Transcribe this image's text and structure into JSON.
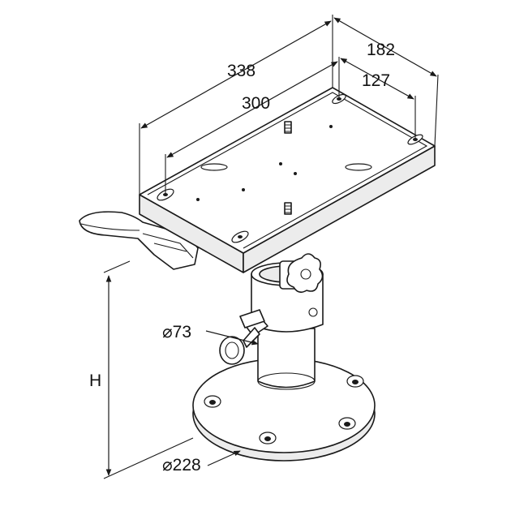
{
  "dimensions": {
    "overall_length": "338",
    "overall_width": "182",
    "hole_spacing_length": "300",
    "hole_spacing_width": "127",
    "column_diameter": "⌀73",
    "base_diameter": "⌀228",
    "height": "H"
  },
  "colors": {
    "line": "#1a1a1a",
    "background": "#ffffff",
    "shade": "#ececec"
  }
}
